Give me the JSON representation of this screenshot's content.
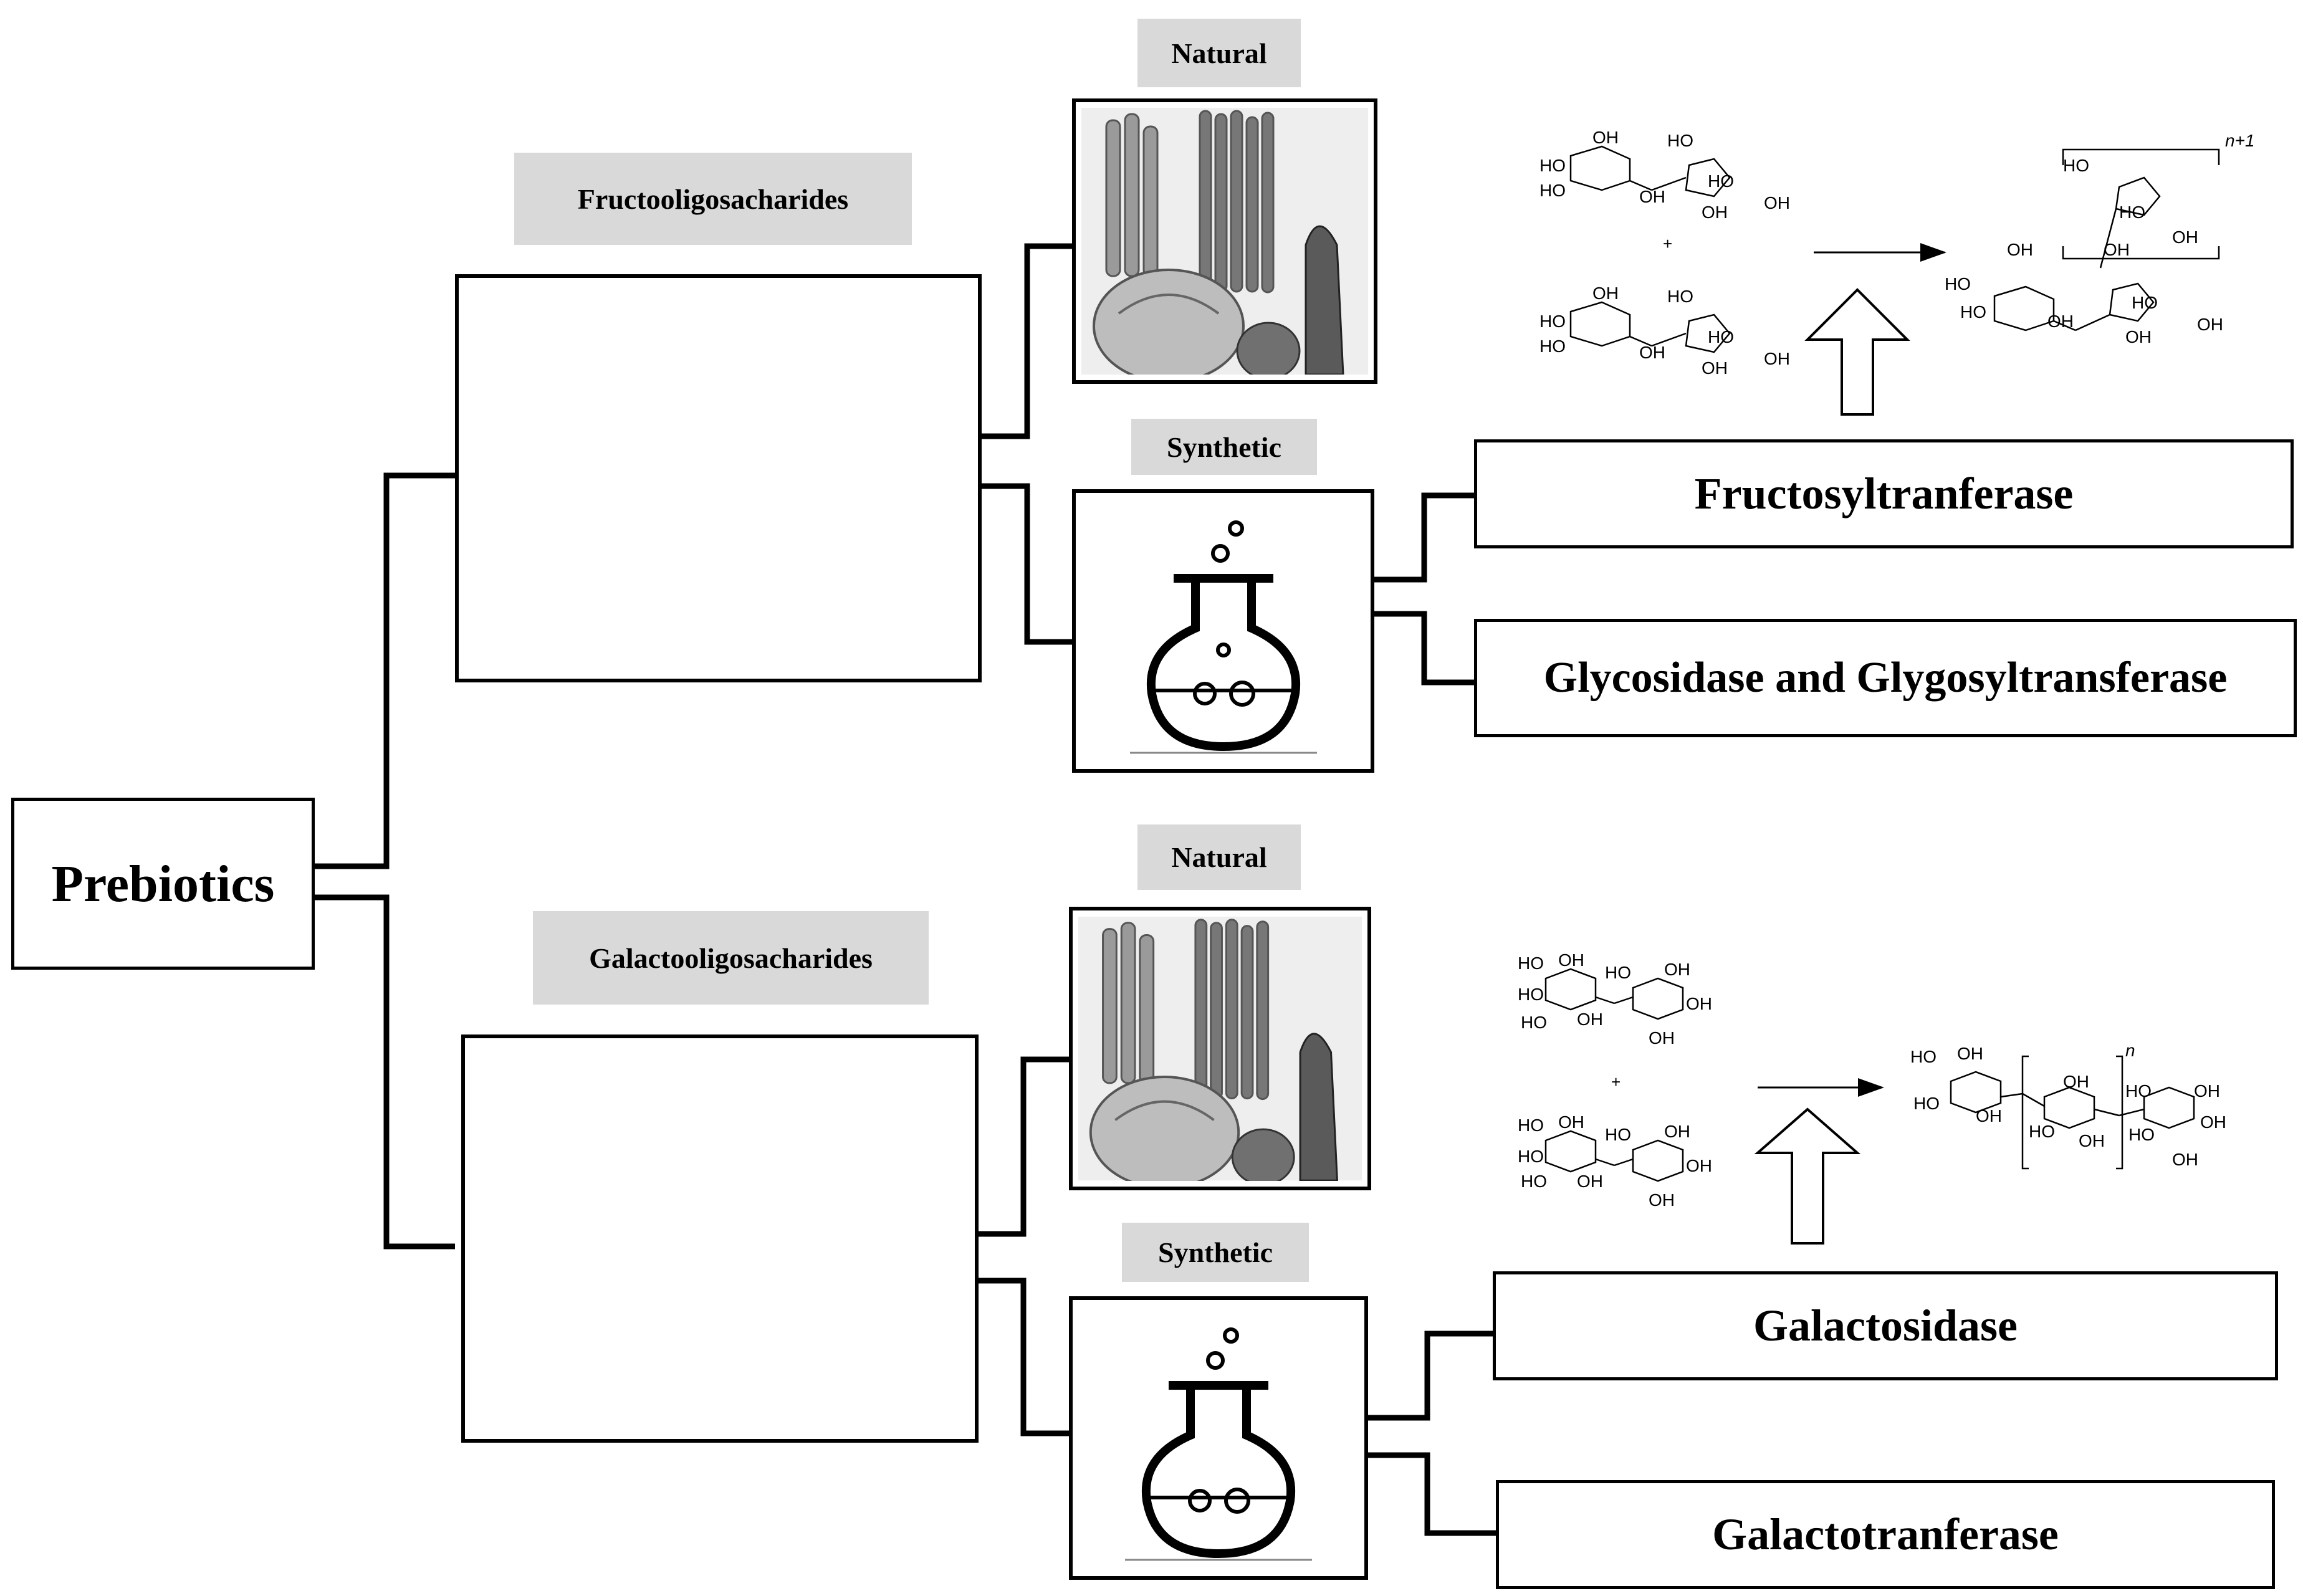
{
  "root": {
    "label": "Prebiotics"
  },
  "fos": {
    "title": "Fructooligosacharides",
    "repeat_label": "n+1",
    "natural_label": "Natural",
    "synthetic_label": "Synthetic",
    "enzymes": [
      "Fructosyltranferase",
      "Glycosidase and Glygosyltransferase"
    ],
    "reaction_plus": "+"
  },
  "gos": {
    "title": "Galactooligosacharides",
    "repeat_label": "n",
    "natural_label": "Natural",
    "synthetic_label": "Synthetic",
    "enzymes": [
      "Galactosidase",
      "Galactotranferase"
    ],
    "reaction_plus": "+"
  },
  "chem": {
    "HO": "HO",
    "OH": "OH",
    "O": "O"
  },
  "icons": {
    "natural": "vegetables-photo-icon",
    "synthetic": "flask-icon",
    "reaction": "reaction-arrow-icon"
  },
  "colors": {
    "label_bg": "#d9d9d9",
    "line": "#000000"
  }
}
